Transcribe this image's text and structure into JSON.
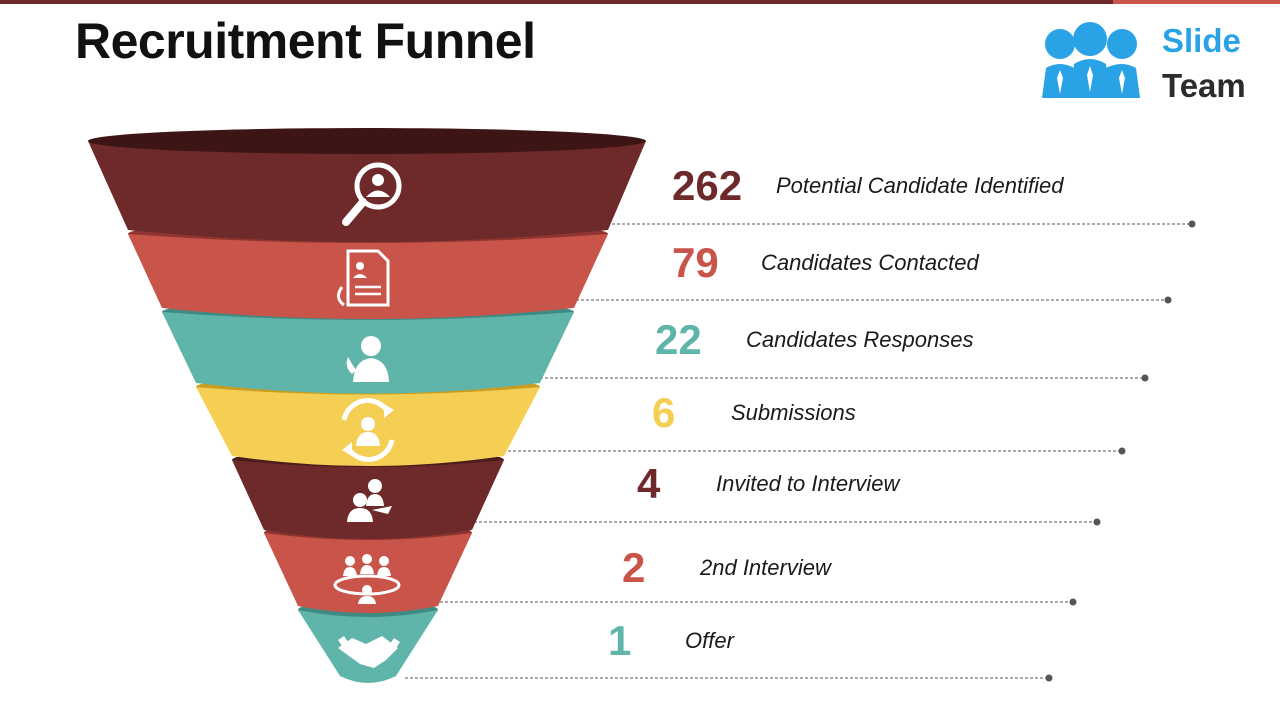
{
  "title": "Recruitment Funnel",
  "logo": {
    "word1": "Slide",
    "word2": "Team"
  },
  "stages": [
    {
      "value": "262",
      "label": "Potential Candidate Identified",
      "color": "#6e2a2a",
      "icon": "magnifier-person-icon"
    },
    {
      "value": "79",
      "label": "Candidates Contacted",
      "color": "#c9554a",
      "icon": "resume-document-icon"
    },
    {
      "value": "22",
      "label": "Candidates Responses",
      "color": "#5fb5aa",
      "icon": "person-phone-icon"
    },
    {
      "value": "6",
      "label": "Submissions",
      "color": "#f4cf54",
      "icon": "person-cycle-icon"
    },
    {
      "value": "4",
      "label": "Invited to Interview",
      "color": "#6e2a2a",
      "icon": "interview-icon"
    },
    {
      "value": "2",
      "label": "2nd Interview",
      "color": "#c9554a",
      "icon": "meeting-table-icon"
    },
    {
      "value": "1",
      "label": "Offer",
      "color": "#5fb5aa",
      "icon": "handshake-icon"
    }
  ]
}
